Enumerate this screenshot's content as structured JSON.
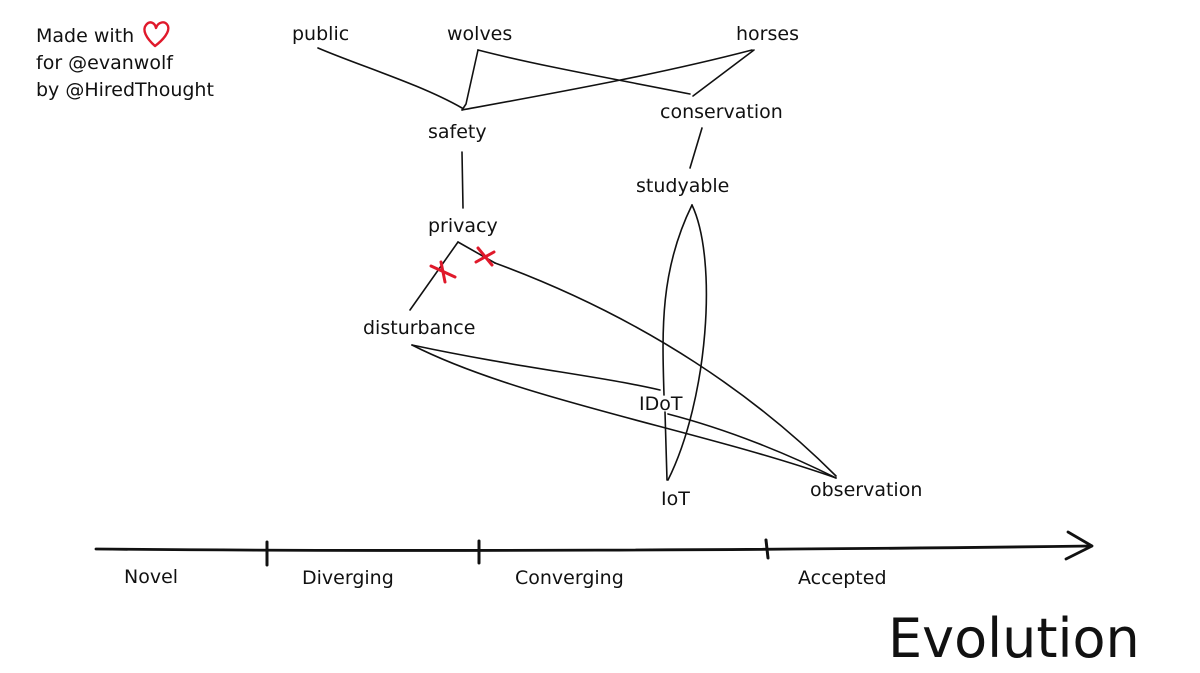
{
  "credits": {
    "line1": "Made with",
    "line2": "for @evanwolf",
    "line3": "by @HiredThought"
  },
  "colors": {
    "accent": "#e0192b",
    "ink": "#111111"
  },
  "icons": {
    "heart": "heart-icon",
    "cross": "cross-mark-icon",
    "arrow": "arrow-head-icon"
  },
  "nodes": {
    "public": "public",
    "wolves": "wolves",
    "horses": "horses",
    "safety": "safety",
    "conservation": "conservation",
    "studyable": "studyable",
    "privacy": "privacy",
    "disturbance": "disturbance",
    "idot": "IDoT",
    "iot": "IoT",
    "observation": "observation"
  },
  "axis": {
    "stages": [
      "Novel",
      "Diverging",
      "Converging",
      "Accepted"
    ],
    "title": "Evolution"
  }
}
